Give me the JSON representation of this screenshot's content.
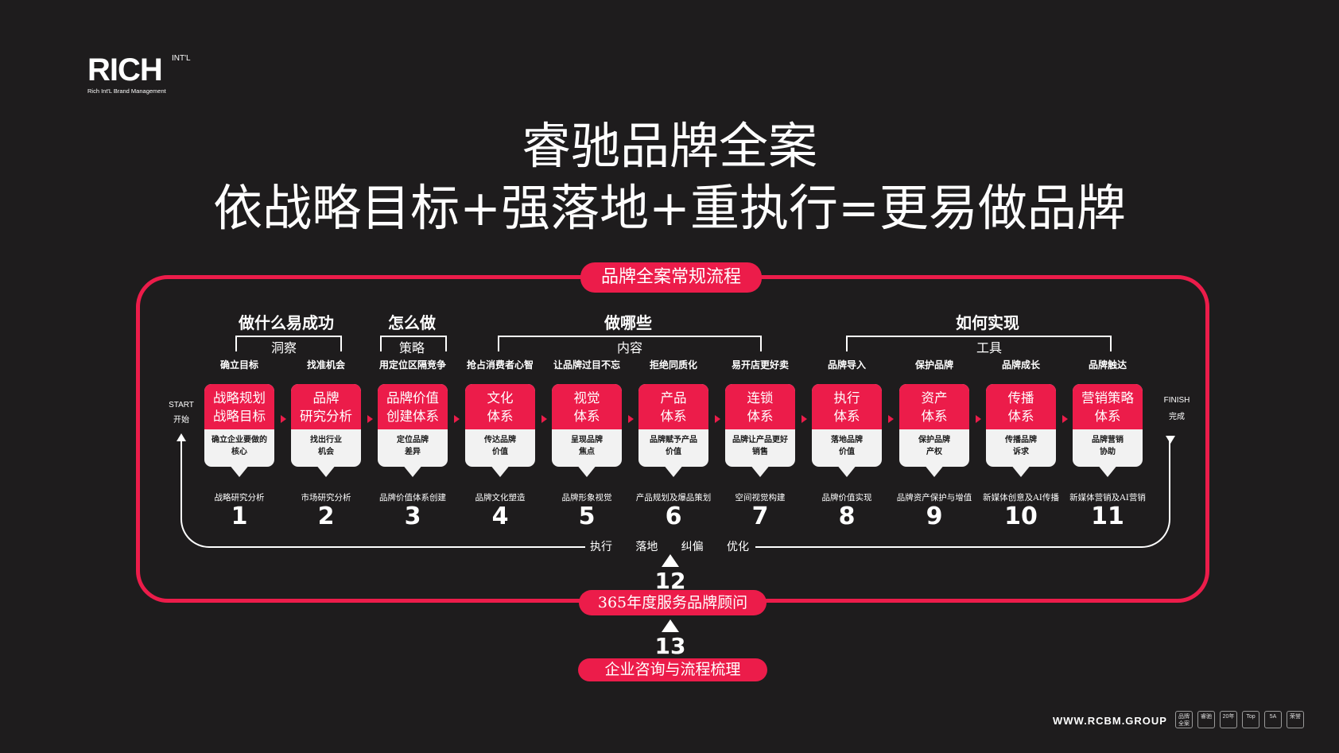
{
  "logo": {
    "word": "RICH",
    "intl": "INT'L",
    "subtitle": "Rich Int'L Brand Management"
  },
  "headline": {
    "line1": "睿驰品牌全案",
    "line2": "依战略目标+强落地+重执行=更易做品牌"
  },
  "process_label": "品牌全案常规流程",
  "categories": [
    {
      "title": "做什么易成功",
      "sub": "洞察"
    },
    {
      "title": "怎么做",
      "sub": "策略"
    },
    {
      "title": "做哪些",
      "sub": "内容"
    },
    {
      "title": "如何实现",
      "sub": "工具"
    }
  ],
  "start": {
    "en": "START",
    "cn": "开始"
  },
  "finish": {
    "en": "FINISH",
    "cn": "完成"
  },
  "steps": [
    {
      "num": "1",
      "top": "确立目标",
      "title1": "战略规划",
      "title2": "战略目标",
      "desc1": "确立企业要做的",
      "desc2": "核心",
      "bottom": "战略研究分析"
    },
    {
      "num": "2",
      "top": "找准机会",
      "title1": "品牌",
      "title2": "研究分析",
      "desc1": "找出行业",
      "desc2": "机会",
      "bottom": "市场研究分析"
    },
    {
      "num": "3",
      "top": "用定位区隔竞争",
      "title1": "品牌价值",
      "title2": "创建体系",
      "desc1": "定位品牌",
      "desc2": "差异",
      "bottom": "品牌价值体系创建"
    },
    {
      "num": "4",
      "top": "抢占消费者心智",
      "title1": "文化",
      "title2": "体系",
      "desc1": "传达品牌",
      "desc2": "价值",
      "bottom": "品牌文化塑造"
    },
    {
      "num": "5",
      "top": "让品牌过目不忘",
      "title1": "视觉",
      "title2": "体系",
      "desc1": "呈现品牌",
      "desc2": "焦点",
      "bottom": "品牌形象视觉"
    },
    {
      "num": "6",
      "top": "拒绝同质化",
      "title1": "产品",
      "title2": "体系",
      "desc1": "品牌赋予产品",
      "desc2": "价值",
      "bottom": "产品规划及爆品策划"
    },
    {
      "num": "7",
      "top": "易开店更好卖",
      "title1": "连锁",
      "title2": "体系",
      "desc1": "品牌让产品更好",
      "desc2": "销售",
      "bottom": "空间视觉构建"
    },
    {
      "num": "8",
      "top": "品牌导入",
      "title1": "执行",
      "title2": "体系",
      "desc1": "落地品牌",
      "desc2": "价值",
      "bottom": "品牌价值实现"
    },
    {
      "num": "9",
      "top": "保护品牌",
      "title1": "资产",
      "title2": "体系",
      "desc1": "保护品牌",
      "desc2": "产权",
      "bottom": "品牌资产保护与增值"
    },
    {
      "num": "10",
      "top": "品牌成长",
      "title1": "传播",
      "title2": "体系",
      "desc1": "传播品牌",
      "desc2": "诉求",
      "bottom": "新媒体创意及AI传播"
    },
    {
      "num": "11",
      "top": "品牌触达",
      "title1": "营销策略",
      "title2": "体系",
      "desc1": "品牌营销",
      "desc2": "协助",
      "bottom": "新媒体营销及AI营销"
    }
  ],
  "loop_steps": [
    "执行",
    "落地",
    "纠偏",
    "优化"
  ],
  "step12": {
    "num": "12",
    "label": "365年度服务品牌顾问"
  },
  "step13": {
    "num": "13",
    "label": "企业咨询与流程梳理"
  },
  "footer": {
    "url": "WWW.RCBM.GROUP"
  },
  "badges": [
    "品牌全案",
    "睿驰",
    "20年",
    "Top",
    "5A",
    "荣誉"
  ],
  "colors": {
    "accent": "#ec1c4a",
    "background": "#1e1c1d",
    "card": "#f2f2f2"
  }
}
